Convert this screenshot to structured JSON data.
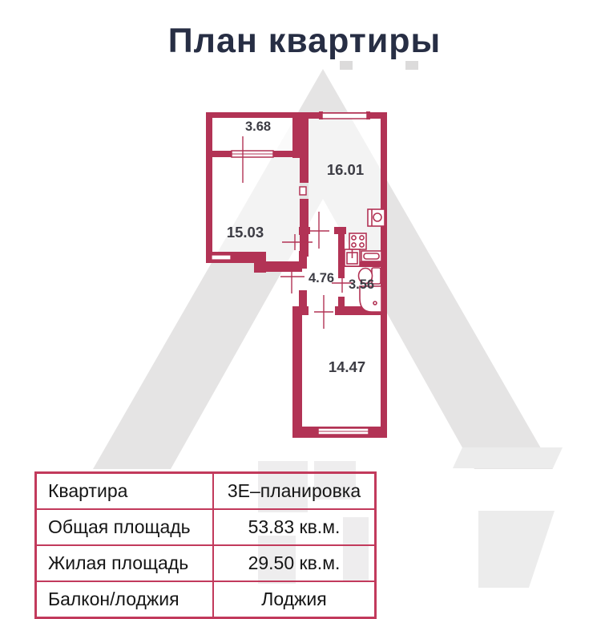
{
  "title": "План квартиры",
  "plan": {
    "wall_color": "#b23355",
    "watermark_color": "#e5e4e4",
    "rooms": [
      {
        "name": "loggia",
        "area": "3.68"
      },
      {
        "name": "kitchen-living",
        "area": "16.01"
      },
      {
        "name": "room-1",
        "area": "15.03"
      },
      {
        "name": "hallway",
        "area": "4.76"
      },
      {
        "name": "bathroom",
        "area": "3.56"
      },
      {
        "name": "room-2",
        "area": "14.47"
      }
    ]
  },
  "table": {
    "border_color": "#c23a5c",
    "rows": [
      {
        "label": "Квартира",
        "value": "3Е–планировка"
      },
      {
        "label": "Общая площадь",
        "value": "53.83 кв.м."
      },
      {
        "label": "Жилая площадь",
        "value": "29.50 кв.м."
      },
      {
        "label": "Балкон/лоджия",
        "value": "Лоджия"
      }
    ]
  }
}
